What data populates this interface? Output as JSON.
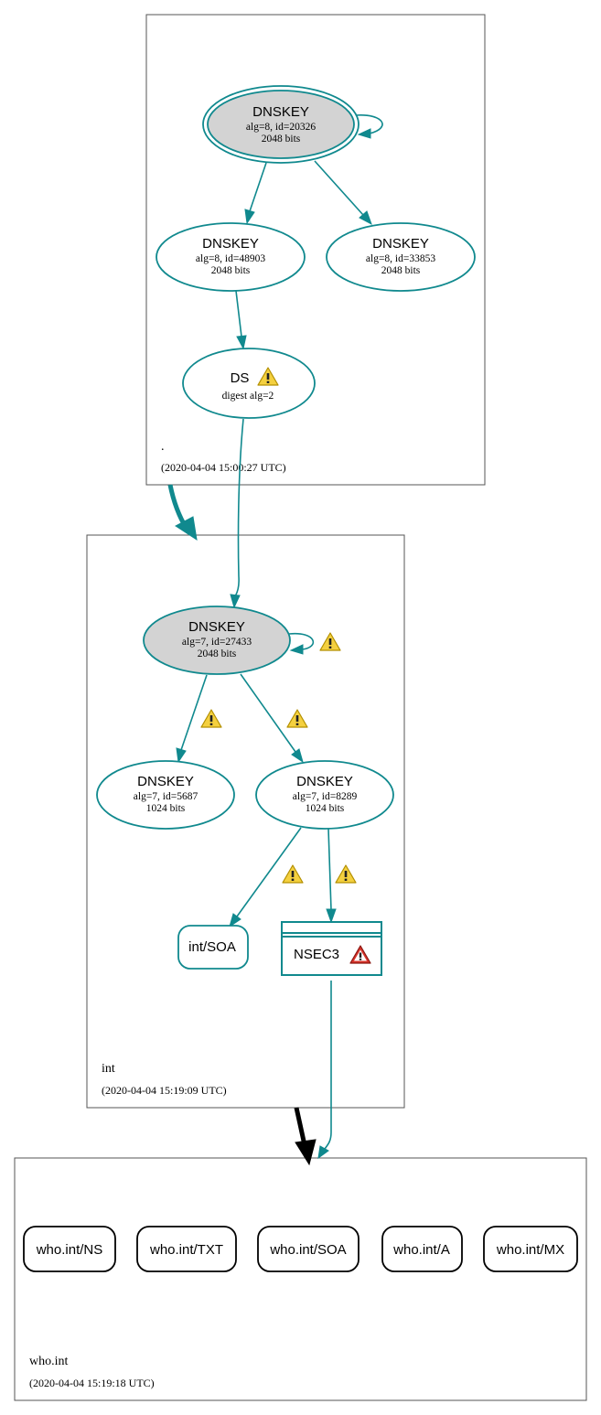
{
  "zones": {
    "root": {
      "name": ".",
      "timestamp": "(2020-04-04 15:00:27 UTC)"
    },
    "int": {
      "name": "int",
      "timestamp": "(2020-04-04 15:19:09 UTC)"
    },
    "who": {
      "name": "who.int",
      "timestamp": "(2020-04-04 15:19:18 UTC)"
    }
  },
  "nodes": {
    "root_ksk": {
      "title": "DNSKEY",
      "line1": "alg=8, id=20326",
      "line2": "2048 bits"
    },
    "root_zsk1": {
      "title": "DNSKEY",
      "line1": "alg=8, id=48903",
      "line2": "2048 bits"
    },
    "root_zsk2": {
      "title": "DNSKEY",
      "line1": "alg=8, id=33853",
      "line2": "2048 bits"
    },
    "ds": {
      "title": "DS",
      "line1": "digest alg=2"
    },
    "int_ksk": {
      "title": "DNSKEY",
      "line1": "alg=7, id=27433",
      "line2": "2048 bits"
    },
    "int_zsk1": {
      "title": "DNSKEY",
      "line1": "alg=7, id=5687",
      "line2": "1024 bits"
    },
    "int_zsk2": {
      "title": "DNSKEY",
      "line1": "alg=7, id=8289",
      "line2": "1024 bits"
    },
    "int_soa": {
      "label": "int/SOA"
    },
    "nsec3": {
      "label": "NSEC3"
    }
  },
  "records": {
    "ns": "who.int/NS",
    "txt": "who.int/TXT",
    "soa": "who.int/SOA",
    "a": "who.int/A",
    "mx": "who.int/MX"
  },
  "colors": {
    "secure_edge": "#10898e",
    "ksk_fill": "#d3d3d3",
    "warning_fill": "#f4d03f",
    "error_fill": "#d9342b"
  },
  "icons": {
    "warning": "warning-icon",
    "error": "error-icon"
  }
}
